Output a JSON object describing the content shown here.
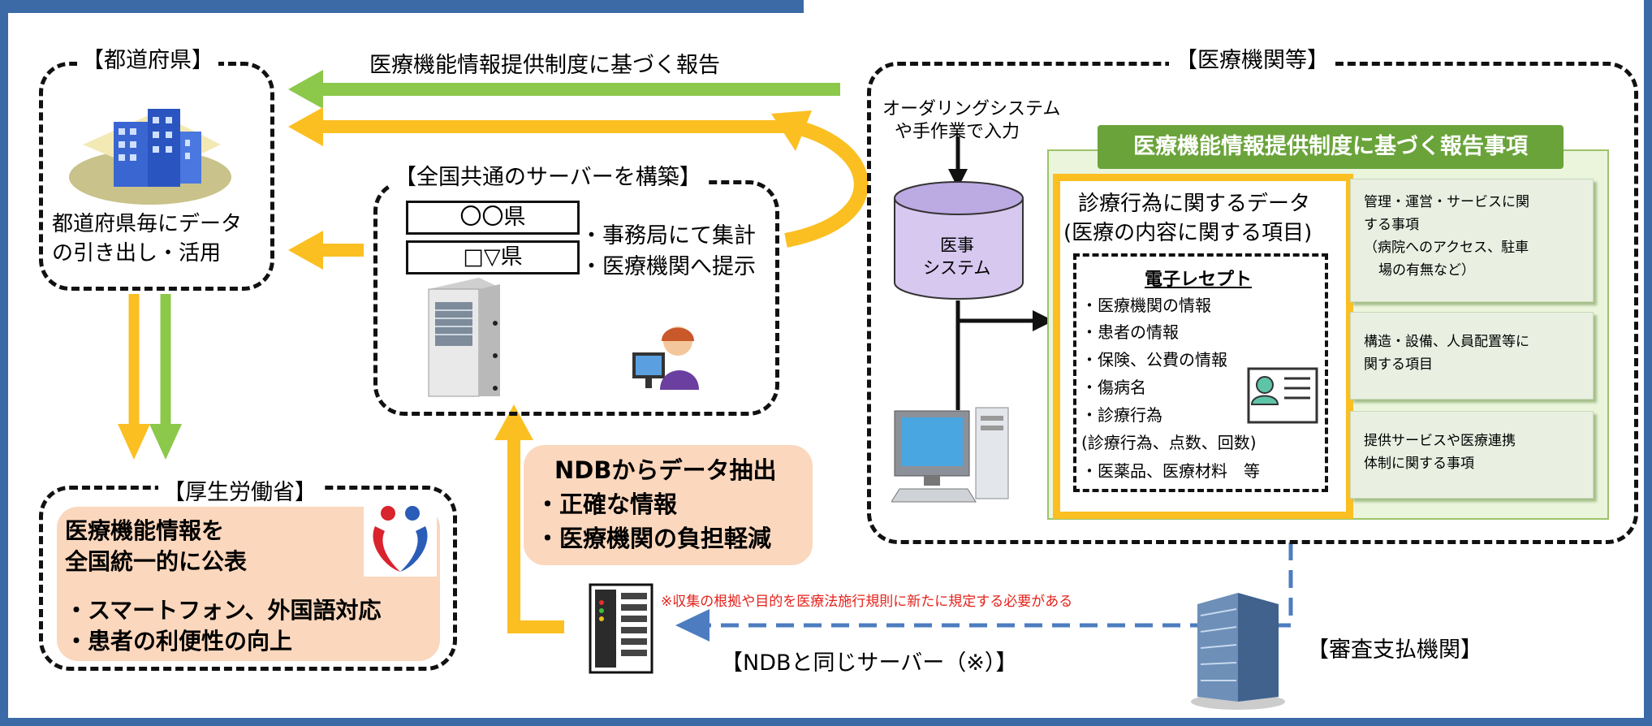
{
  "prefecture": {
    "header": "【都道府県】",
    "caption": [
      "都道府県毎にデータ",
      "の引き出し・活用"
    ]
  },
  "report_arrow_label": "医療機能情報提供制度に基づく報告",
  "server": {
    "header": "【全国共通のサーバーを構築】",
    "rows": [
      "〇〇県",
      "□▽県"
    ],
    "notes": [
      "・事務局にて集計",
      "・医療機関へ提示"
    ]
  },
  "mhlw": {
    "header": "【厚生労働省】",
    "lines": [
      "医療機能情報を",
      "全国統一的に公表"
    ],
    "bullets": [
      "・スマートフォン、外国語対応",
      "・患者の利便性の向上"
    ]
  },
  "ndb_extract": {
    "title": "NDBからデータ抽出",
    "bullets": [
      "・正確な情報",
      "・医療機関の負担軽減"
    ]
  },
  "medical": {
    "header": "【医療機関等】",
    "input_note": [
      "オーダリングシステム",
      "や手作業で入力"
    ],
    "db_label": [
      "医事",
      "システム"
    ],
    "report_items_title": "医療機能情報提供制度に基づく報告事項",
    "clinical_title": [
      "診療行為に関するデータ",
      "(医療の内容に関する項目)"
    ],
    "receipt_title": "電子レセプト",
    "receipt_items": [
      "・医療機関の情報",
      "・患者の情報",
      "・保険、公費の情報",
      "・傷病名",
      "・診療行為",
      "(診療行為、点数、回数)",
      "・医薬品、医療材料　等"
    ],
    "notes": [
      [
        "管理・運営・サービスに関",
        "する事項",
        "（病院へのアクセス、駐車",
        "場の有無など）"
      ],
      [
        "構造・設備、人員配置等に",
        "関する項目"
      ],
      [
        "提供サービスや医療連携",
        "体制に関する事項"
      ]
    ]
  },
  "ndb_server_note": "※収集の根拠や目的を医療法施行規則に新たに規定する必要がある",
  "ndb_server_label": "【NDBと同じサーバー（※）】",
  "review_label": "【審査支払機関】",
  "colors": {
    "frame": "#3b6aa6",
    "green_arrow": "#8cc84a",
    "yellow_arrow": "#fbbf22",
    "dash_arrow": "#4d7dc0",
    "peach": "#fbd7bd"
  }
}
